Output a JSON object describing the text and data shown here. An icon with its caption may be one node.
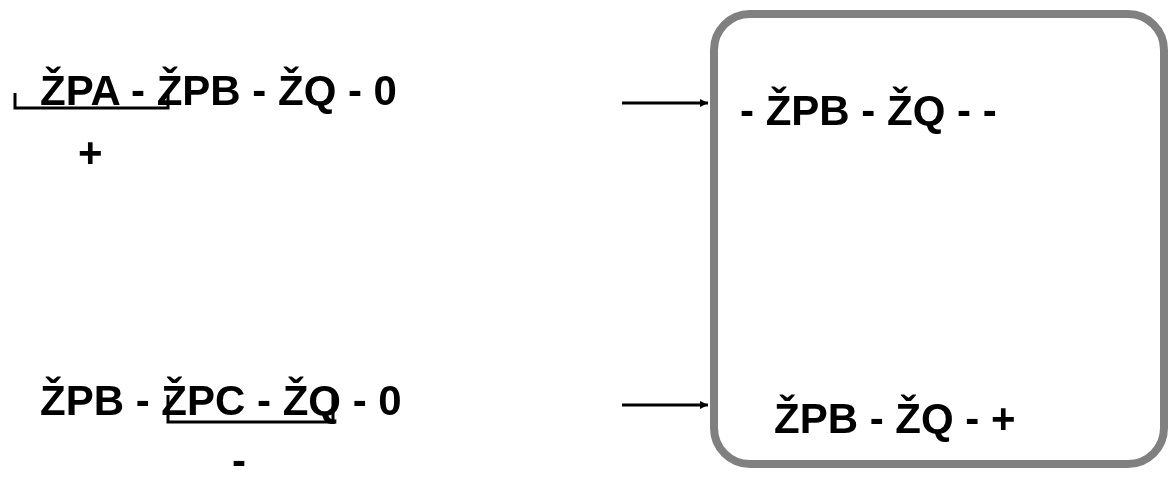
{
  "diagram": {
    "nodes": [
      {
        "text": [
          "ŽPA - ŽPB - ŽQ - 0"
        ]
      },
      {
        "text": [],
        "shape": "box"
      },
      {
        "text": [
          "- ŽPB - ŽQ - -"
        ],
        "in": 1
      },
      {
        "text": [
          "ŽPB - ŽPC - ŽQ - 0"
        ]
      },
      {
        "text": [
          "ŽPB - ŽQ - +"
        ],
        "in": 1
      }
    ],
    "edges": [
      {
        "from": null,
        "to": 1,
        "arrow": "to"
      },
      {
        "from": null,
        "to": 1,
        "arrow": "to"
      }
    ],
    "labels": [
      "+",
      "-"
    ]
  }
}
